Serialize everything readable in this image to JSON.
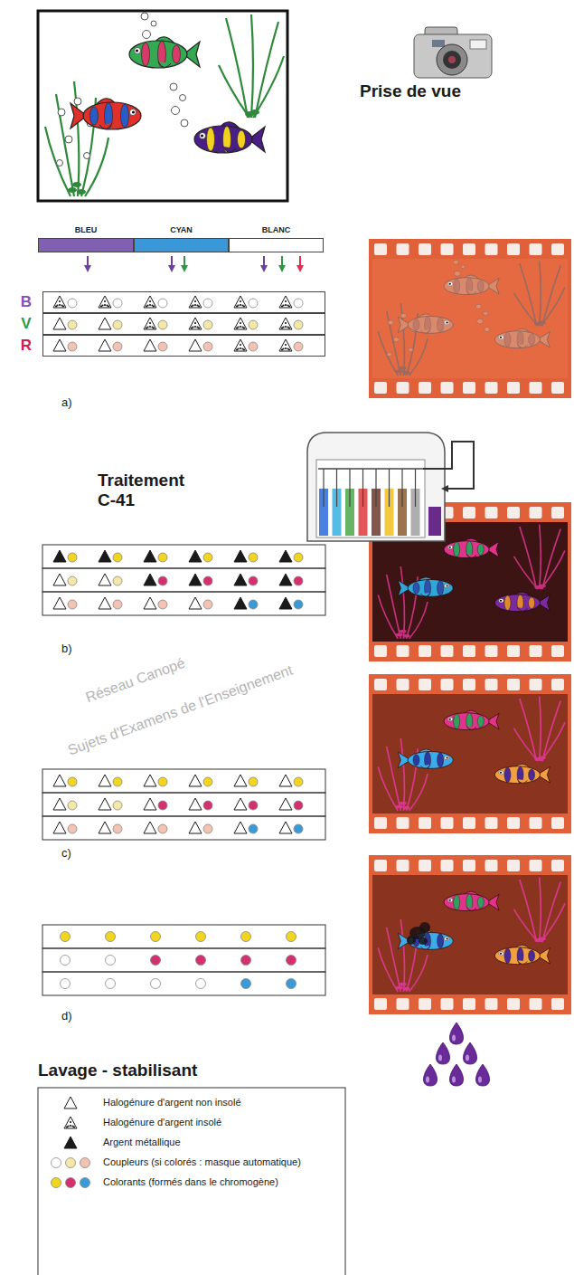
{
  "diagram": {
    "nodes": [
      {
        "text": [
          "BLEU"
        ]
      },
      {
        "text": [
          "CYAN"
        ]
      },
      {
        "text": [
          "BLANC"
        ]
      },
      {
        "text": [
          "B"
        ]
      },
      {
        "text": [
          "V"
        ]
      },
      {
        "text": [
          "R"
        ]
      }
    ],
    "labels": [
      "Prise de vue",
      "a)",
      "Traitement C-41",
      "b)",
      "c)",
      "d)",
      "Lavage - stabilisant",
      "Sujets d'Examens de l'Enseignement",
      "Réseau Canopé"
    ],
    "legend": [
      {
        "text": "Halogénure d'argent non insolé"
      },
      {
        "text": "Halogénure d'argent insolé"
      },
      {
        "text": "Argent métallique"
      },
      {
        "text": "Coupleurs (si colorés : masque automatique)"
      },
      {
        "text": "Colorants (formés dans le chromogène)"
      }
    ]
  }
}
